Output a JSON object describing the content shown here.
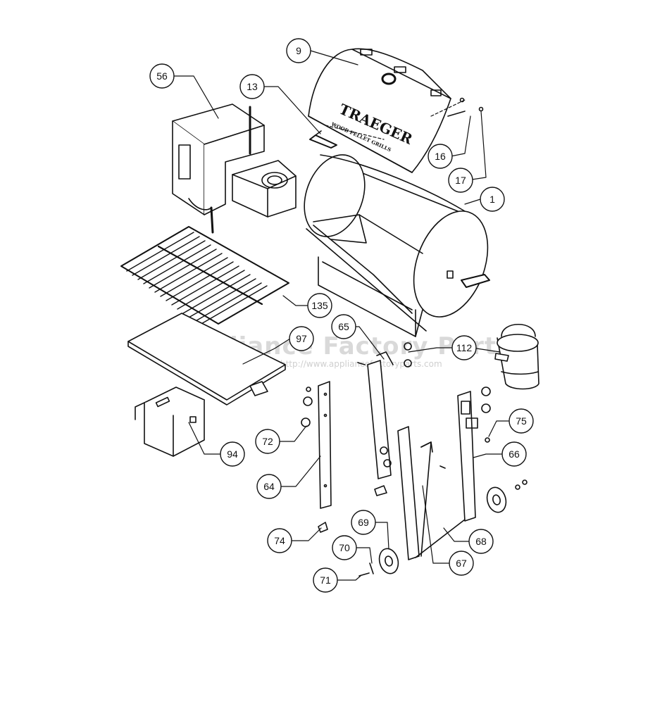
{
  "watermark": {
    "main": "Appliance Factory Parts",
    "url": "http://www.appliancefactoryparts.com"
  },
  "brand": {
    "name": "TRAEGER",
    "tagline": "WOOD PELLET GRILLS"
  },
  "callouts": {
    "c1": "1",
    "c9": "9",
    "c13": "13",
    "c16": "16",
    "c17": "17",
    "c56": "56",
    "c64": "64",
    "c65": "65",
    "c66": "66",
    "c67": "67",
    "c68": "68",
    "c69": "69",
    "c70": "70",
    "c71": "71",
    "c72": "72",
    "c74": "74",
    "c75": "75",
    "c94": "94",
    "c97": "97",
    "c112": "112",
    "c135": "135"
  },
  "colors": {
    "line": "#111111",
    "watermark": "#d9d9d9"
  }
}
